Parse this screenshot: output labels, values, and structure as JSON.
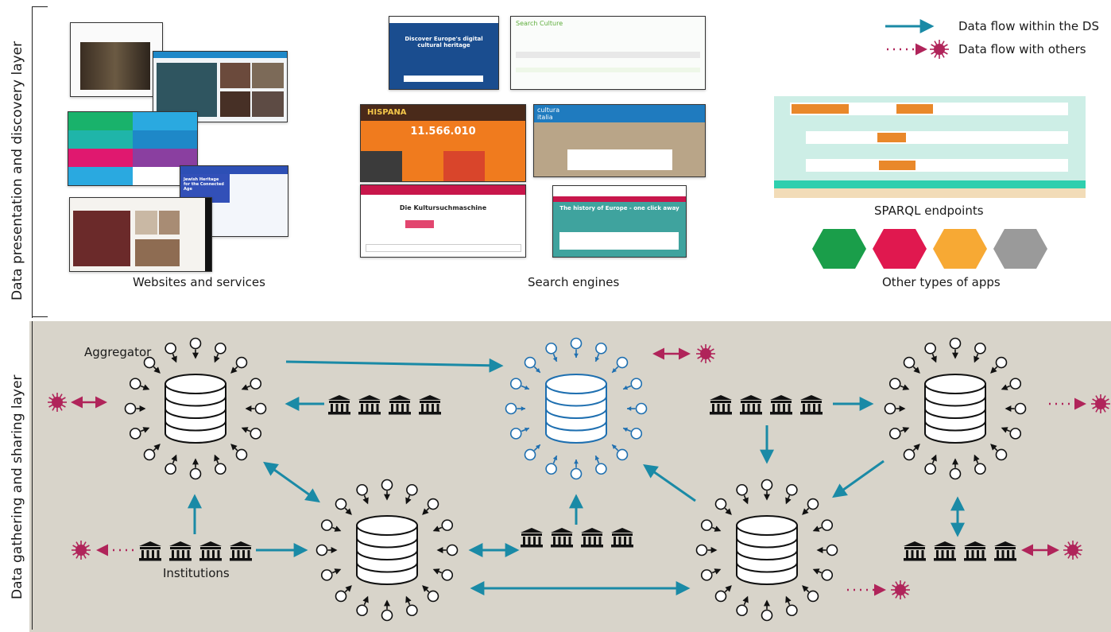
{
  "layers": {
    "top": "Data presentation and discovery layer",
    "bottom": "Data gathering and sharing layer"
  },
  "captions": {
    "websites": "Websites and services",
    "search": "Search engines",
    "sparql": "SPARQL endpoints",
    "other_apps": "Other types of apps"
  },
  "legend": {
    "within": "Data flow within the DS",
    "others": "Data flow with others"
  },
  "labels": {
    "aggregator": "Aggregator",
    "institutions": "Institutions"
  },
  "screenshots": {
    "europeana_headline": "Discover Europe's digital cultural heritage",
    "search_culture_logo": "Search Culture",
    "hispana_logo": "HISPANA",
    "hispana_count": "11.566.010",
    "cultura_italia_logo": "cultura italia",
    "kultur_title": "Die Kultursuchmaschine",
    "archives_portal_title": "The history of Europe - one click away",
    "jewish_heritage_title": "Jewish Heritage for the Connected Age"
  },
  "colors": {
    "flow_blue": "#1a8aa6",
    "flow_magenta": "#b0245a",
    "app_green": "#1a9e4a",
    "app_red": "#e0184f",
    "app_orange": "#f7a934",
    "app_gray": "#9a9a9a",
    "band": "#d8d4ca"
  }
}
